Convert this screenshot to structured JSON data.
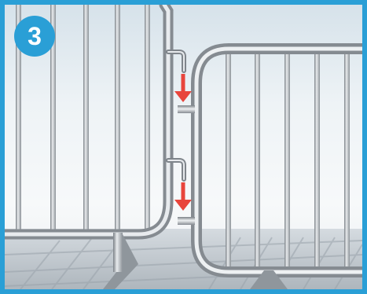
{
  "step": {
    "number": "3",
    "badge_color": "#2a9fd6"
  },
  "arrows": {
    "color": "#e8453c",
    "direction": "down",
    "count": 2
  }
}
